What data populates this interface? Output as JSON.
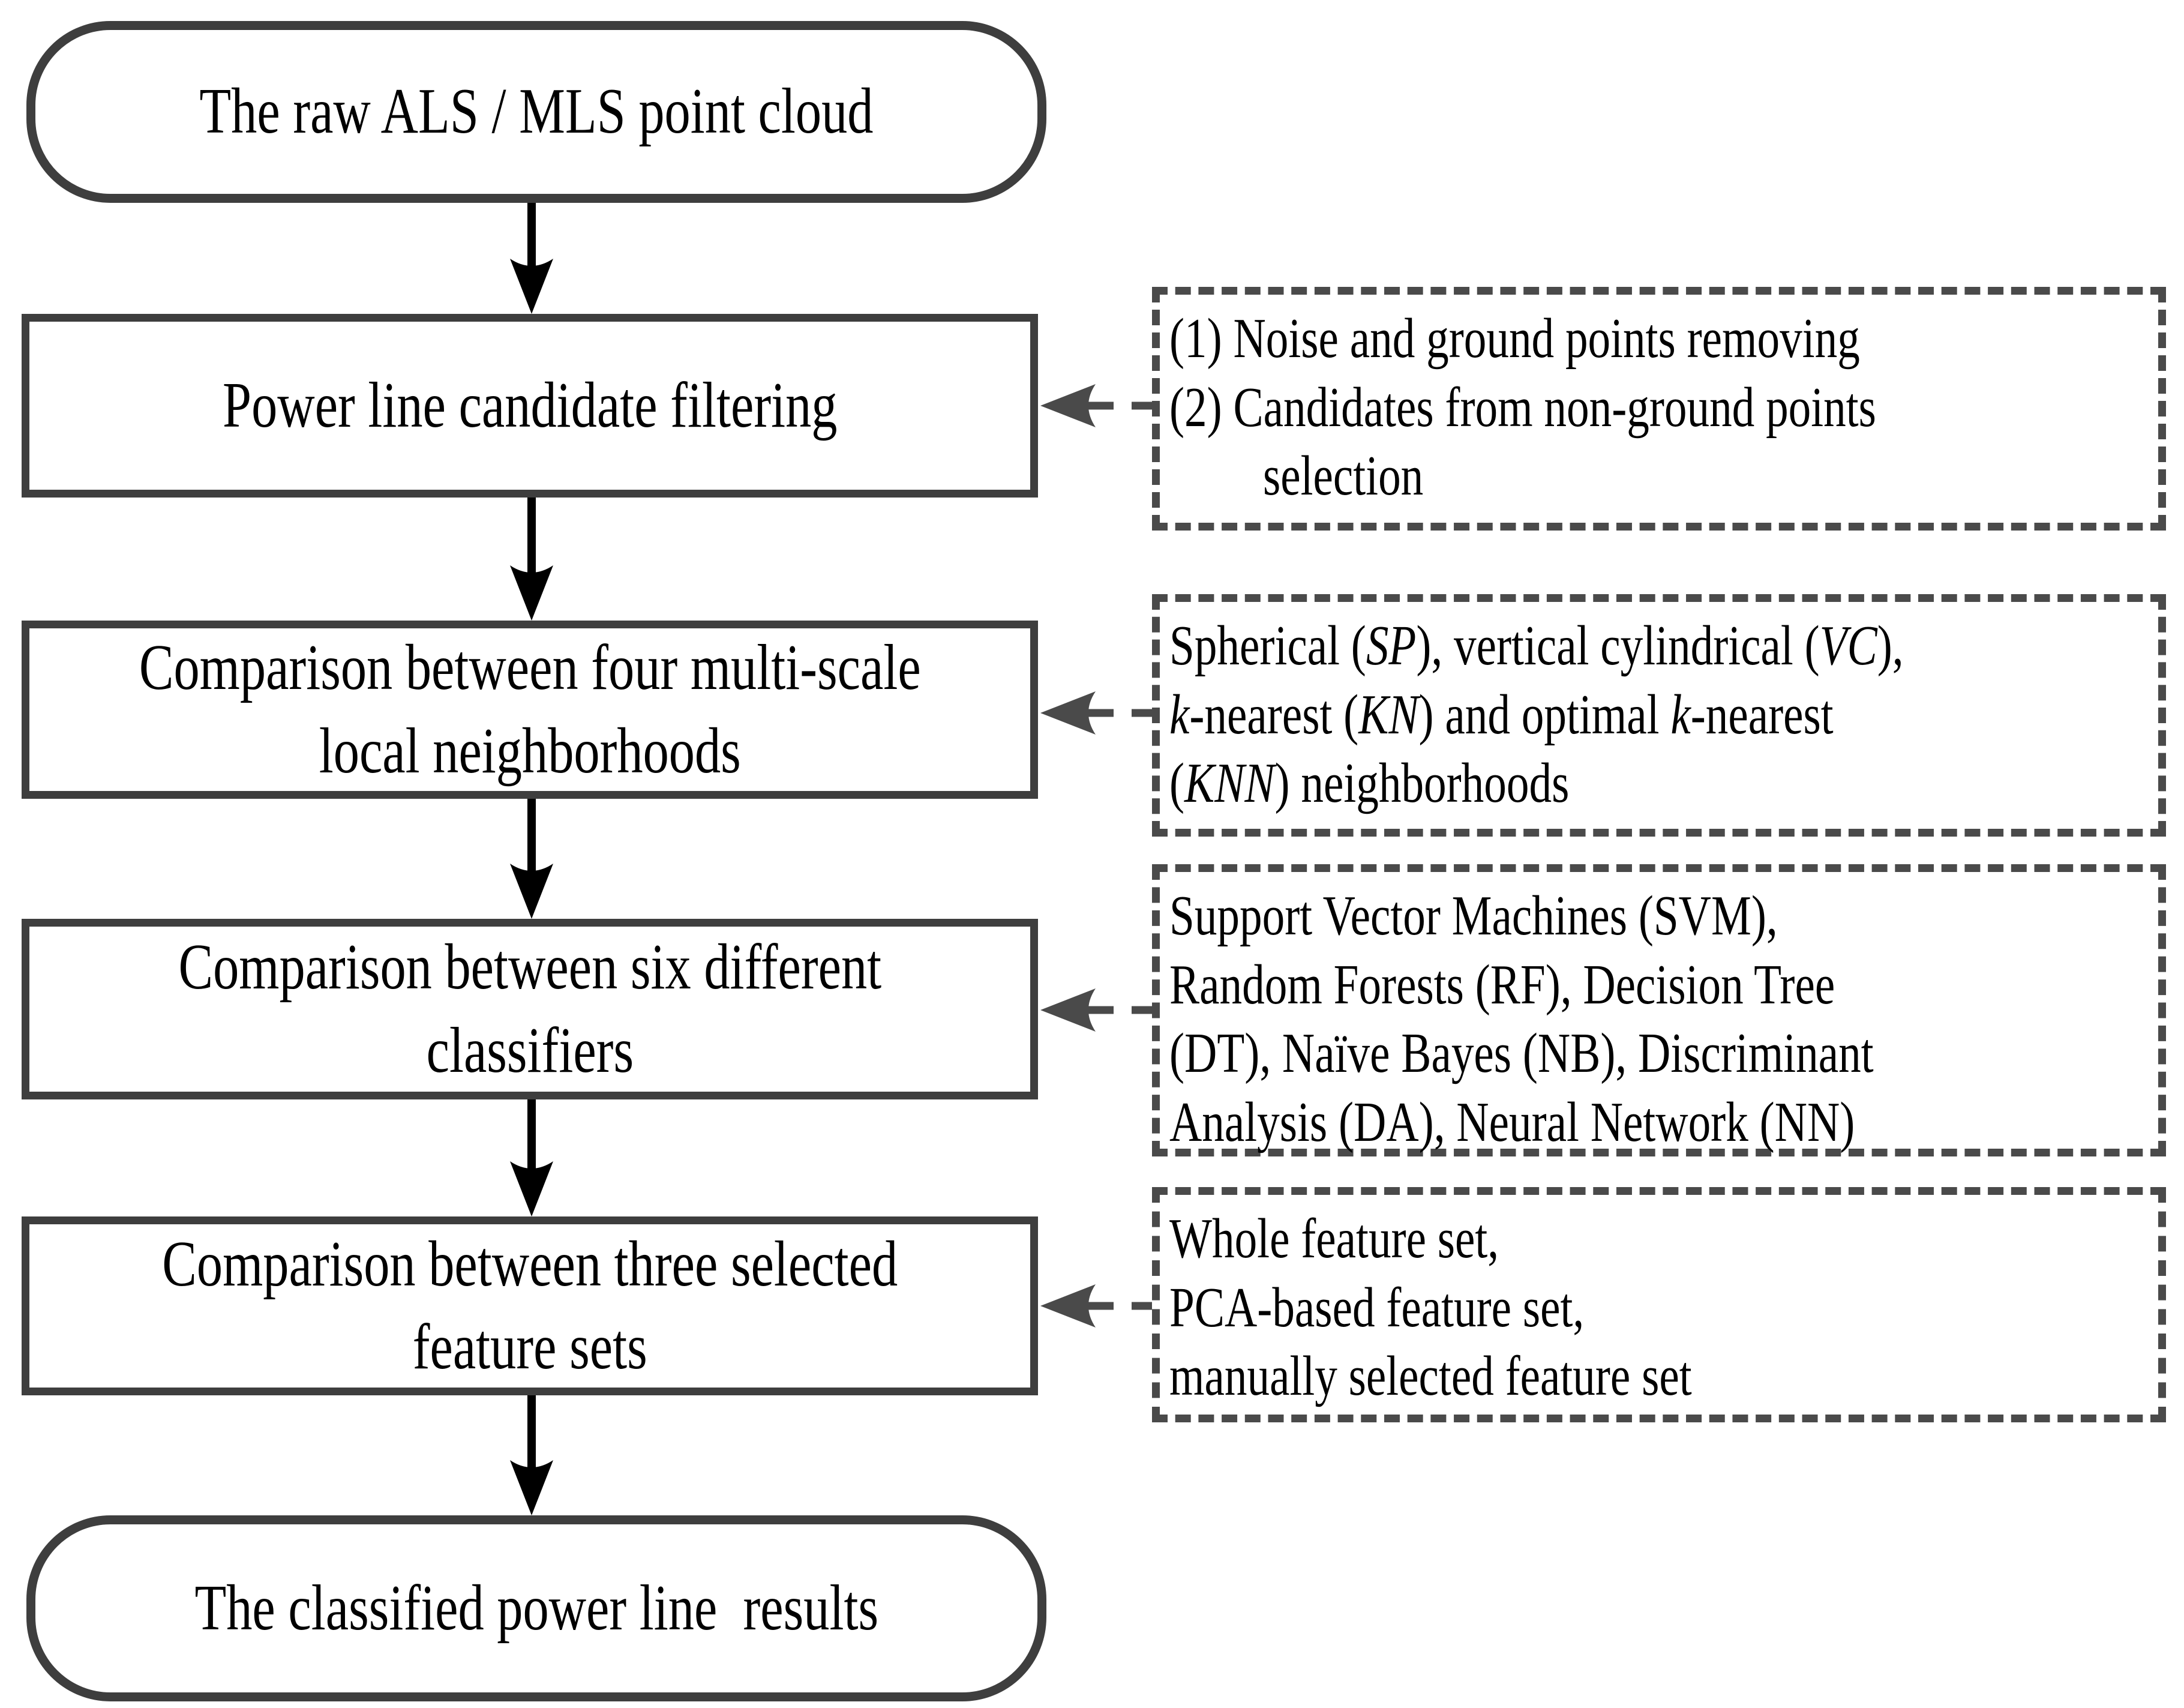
{
  "figure": {
    "flow": [
      {
        "id": "raw-point-cloud",
        "shape": "stadium",
        "lines": [
          "The raw ALS / MLS point cloud"
        ]
      },
      {
        "id": "candidate-filtering",
        "shape": "rect",
        "lines": [
          "Power line candidate filtering"
        ]
      },
      {
        "id": "neighborhood-comparison",
        "shape": "rect",
        "lines": [
          "Comparison between four multi-scale",
          "local neighborhoods"
        ]
      },
      {
        "id": "classifier-comparison",
        "shape": "rect",
        "lines": [
          "Comparison between six different",
          "classifiers"
        ]
      },
      {
        "id": "feature-set-comparison",
        "shape": "rect",
        "lines": [
          "Comparison between three selected",
          "feature sets"
        ]
      },
      {
        "id": "classified-results",
        "shape": "stadium",
        "lines": [
          "The classified power line  results"
        ]
      }
    ],
    "annotations": [
      {
        "id": "filtering-steps",
        "lines": [
          "(1) Noise and ground points removing",
          "(2) Candidates from non-ground points",
          {
            "indent": true,
            "seg": [
              {
                "t": "selection"
              }
            ]
          }
        ]
      },
      {
        "id": "neighborhood-types",
        "lines": [
          {
            "seg": [
              {
                "t": "Spherical ("
              },
              {
                "t": "SP",
                "i": true
              },
              {
                "t": "), vertical cylindrical ("
              },
              {
                "t": "VC",
                "i": true
              },
              {
                "t": "),"
              }
            ]
          },
          {
            "seg": [
              {
                "t": "k",
                "i": true
              },
              {
                "t": "-nearest ("
              },
              {
                "t": "KN",
                "i": true
              },
              {
                "t": ") and optimal "
              },
              {
                "t": "k",
                "i": true
              },
              {
                "t": "-nearest"
              }
            ]
          },
          {
            "seg": [
              {
                "t": "("
              },
              {
                "t": "KNN",
                "i": true
              },
              {
                "t": ") neighborhoods"
              }
            ]
          }
        ]
      },
      {
        "id": "classifier-list",
        "lines": [
          "Support Vector Machines (SVM),",
          "Random Forests (RF), Decision Tree",
          "(DT), Naïve Bayes (NB), Discriminant",
          "Analysis (DA), Neural Network (NN)"
        ]
      },
      {
        "id": "feature-sets",
        "lines": [
          "Whole feature set,",
          "PCA-based feature set,",
          "manually selected feature set"
        ]
      }
    ],
    "colors": {
      "background": "#ffffff",
      "text": "#000000",
      "node_border": "#3e3e3e",
      "annotation_border": "#4a4a4a",
      "flow_arrow": "#000000",
      "annotation_arrow": "#4a4a4a"
    }
  }
}
